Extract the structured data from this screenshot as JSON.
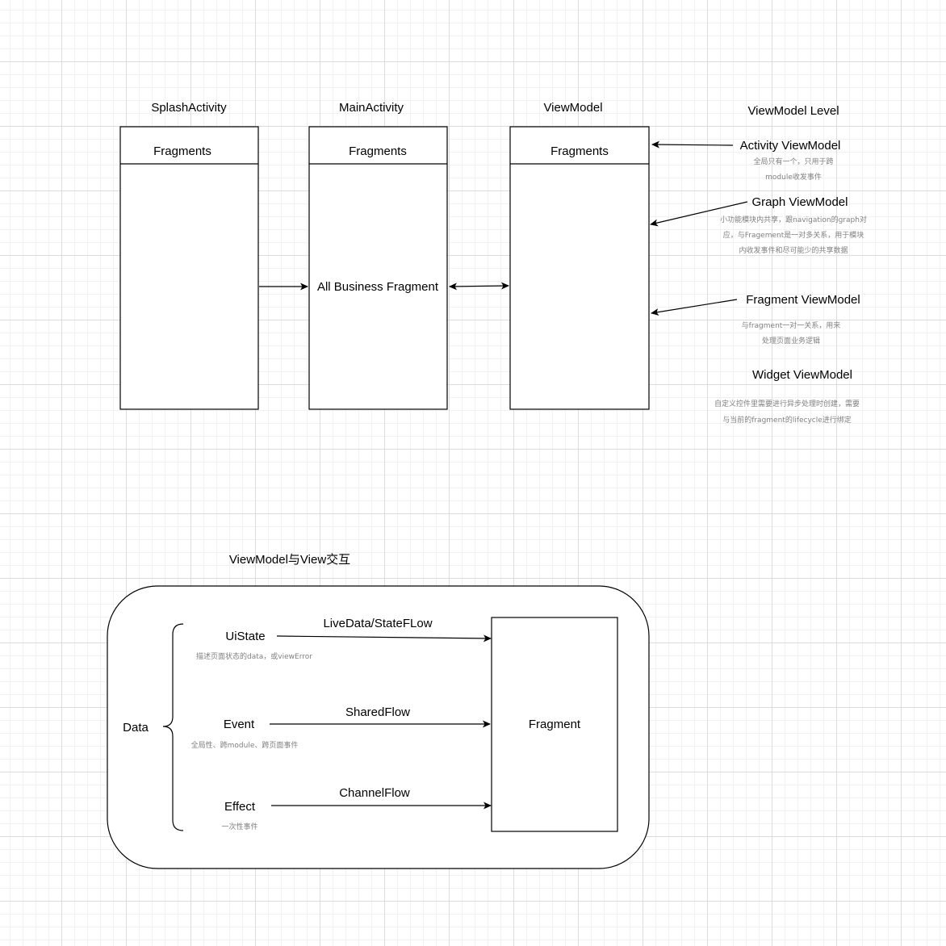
{
  "top": {
    "columns": [
      {
        "title": "SplashActivity",
        "header": "Fragments",
        "body": ""
      },
      {
        "title": "MainActivity",
        "header": "Fragments",
        "body": "All Business Fragment"
      },
      {
        "title": "ViewModel",
        "header": "Fragments",
        "body": ""
      }
    ],
    "level_title": "ViewModel Level",
    "levels": [
      {
        "name": "Activity ViewModel",
        "note": [
          "全局只有一个，只用于跨",
          "module收发事件"
        ]
      },
      {
        "name": "Graph ViewModel",
        "note": [
          "小功能模块内共享，跟navigation的graph对",
          "应，与Fragement是一对多关系，用于模块",
          "内收发事件和尽可能少的共享数据"
        ]
      },
      {
        "name": "Fragment ViewModel",
        "note": [
          "与fragment一对一关系，用来",
          "处理页面业务逻辑"
        ]
      },
      {
        "name": "Widget ViewModel",
        "note": [
          "自定义控件里需要进行异步处理时创建，需要",
          "与当前的fragment的lifecycle进行绑定"
        ]
      }
    ]
  },
  "bottom": {
    "title": "ViewModel与View交互",
    "group_label": "Data",
    "target": "Fragment",
    "items": [
      {
        "name": "UiState",
        "note": "描述页面状态的data，或viewError",
        "flow": "LiveData/StateFLow"
      },
      {
        "name": "Event",
        "note": "全局性、跨module、跨页面事件",
        "flow": "SharedFlow"
      },
      {
        "name": "Effect",
        "note": "一次性事件",
        "flow": "ChannelFlow"
      }
    ]
  }
}
